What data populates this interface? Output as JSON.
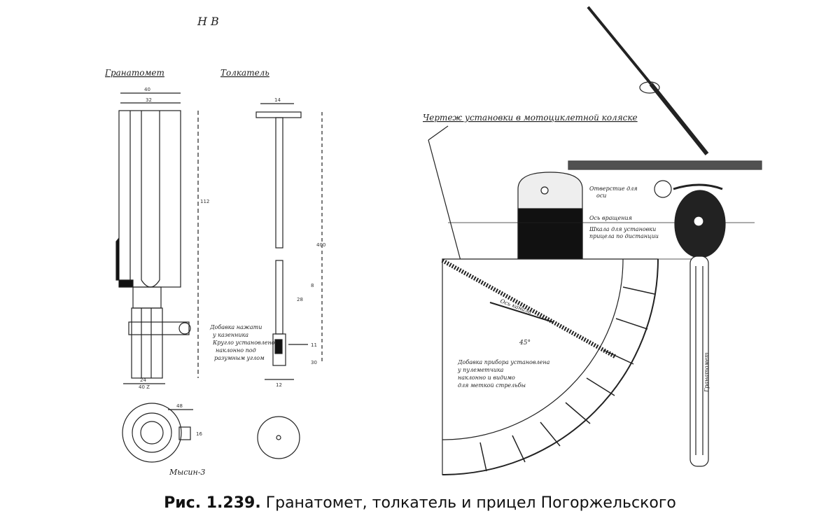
{
  "figure": {
    "corner_mark": "Н В",
    "left_title": "Гранатомет",
    "middle_title": "Толкатель",
    "right_title": "Чертеж установки в мотоциклетной коляске",
    "labels": {
      "mid_note": [
        "Добавка нажати",
        "у казенника",
        "Кругло установлено",
        "наклонно под",
        "разумным углом"
      ],
      "right_note": [
        "Добавка прибора установлена",
        "у пулеметчика",
        "наклонно и видимо",
        "для меткой стрельбы"
      ],
      "sight_label_1": "Отверстие для",
      "sight_label_1b": "оси",
      "sight_label_2": "Ось вращения",
      "sight_label_3": "Шкала для установки",
      "sight_label_3b": "прицела по дистанции",
      "arrow_label": "Ось канала",
      "angle_label": "45°",
      "stand_label": "Гранатомет",
      "bottom_sign": "Мысин-3"
    },
    "dimensions": {
      "top_width": "40",
      "inner_width": "32",
      "bottom_width_a": "24",
      "bottom_width_b": "40 Z",
      "height": "112",
      "mid_top": "14",
      "mid_height": "400",
      "mid_bottom": "12",
      "side_a": "11",
      "side_b": "8",
      "side_c": "28",
      "side_d": "30",
      "disk_a": "48",
      "disk_b": "16"
    }
  },
  "caption": {
    "prefix": "Рис. 1.239.",
    "text": "Гранатомет, толкатель и прицел Погоржельского"
  }
}
